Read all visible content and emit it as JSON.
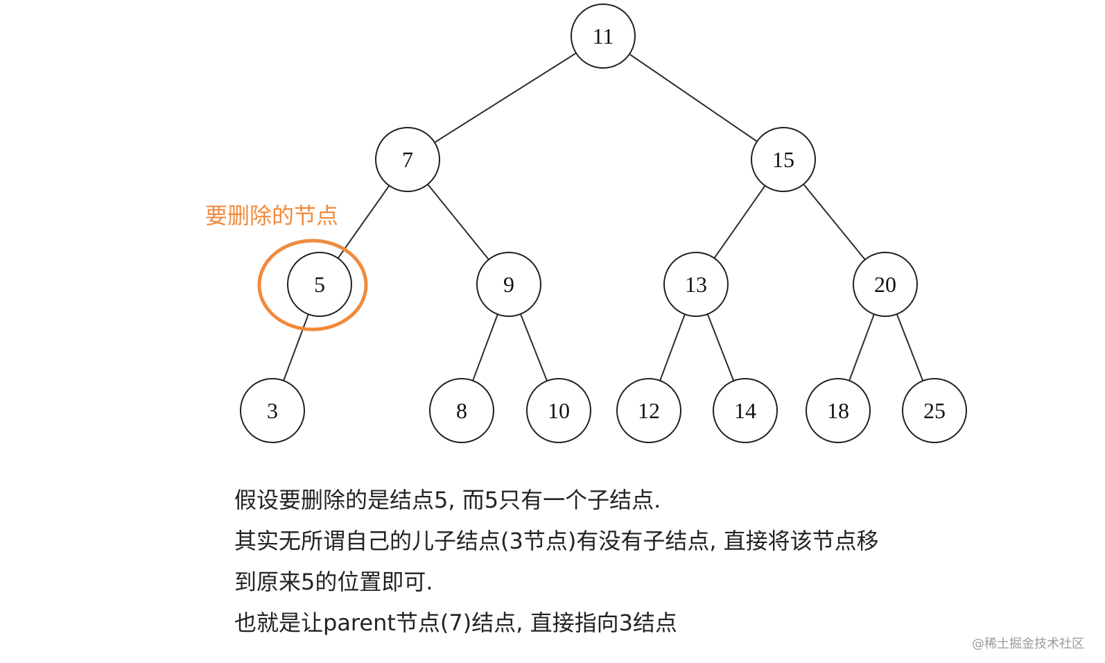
{
  "tree": {
    "nodes": [
      {
        "id": "n11",
        "label": "11"
      },
      {
        "id": "n7",
        "label": "7"
      },
      {
        "id": "n15",
        "label": "15"
      },
      {
        "id": "n5",
        "label": "5"
      },
      {
        "id": "n9",
        "label": "9"
      },
      {
        "id": "n13",
        "label": "13"
      },
      {
        "id": "n20",
        "label": "20"
      },
      {
        "id": "n3",
        "label": "3"
      },
      {
        "id": "n8",
        "label": "8"
      },
      {
        "id": "n10",
        "label": "10"
      },
      {
        "id": "n12",
        "label": "12"
      },
      {
        "id": "n14",
        "label": "14"
      },
      {
        "id": "n18",
        "label": "18"
      },
      {
        "id": "n25",
        "label": "25"
      }
    ],
    "edges": [
      [
        "n11",
        "n7"
      ],
      [
        "n11",
        "n15"
      ],
      [
        "n7",
        "n5"
      ],
      [
        "n7",
        "n9"
      ],
      [
        "n15",
        "n13"
      ],
      [
        "n15",
        "n20"
      ],
      [
        "n5",
        "n3"
      ],
      [
        "n9",
        "n8"
      ],
      [
        "n9",
        "n10"
      ],
      [
        "n13",
        "n12"
      ],
      [
        "n13",
        "n14"
      ],
      [
        "n20",
        "n18"
      ],
      [
        "n20",
        "n25"
      ]
    ],
    "highlighted_node": "n5",
    "highlight_color": "#f08a3c"
  },
  "annotation": {
    "text": "要删除的节点",
    "color": "#f08a3c"
  },
  "caption": {
    "lines": [
      "假设要删除的是结点5, 而5只有一个子结点.",
      "其实无所谓自己的儿子结点(3节点)有没有子结点, 直接将该节点移",
      "到原来5的位置即可.",
      "也就是让parent节点(7)结点, 直接指向3结点"
    ]
  },
  "watermark": {
    "text": "@稀土掘金技术社区"
  }
}
